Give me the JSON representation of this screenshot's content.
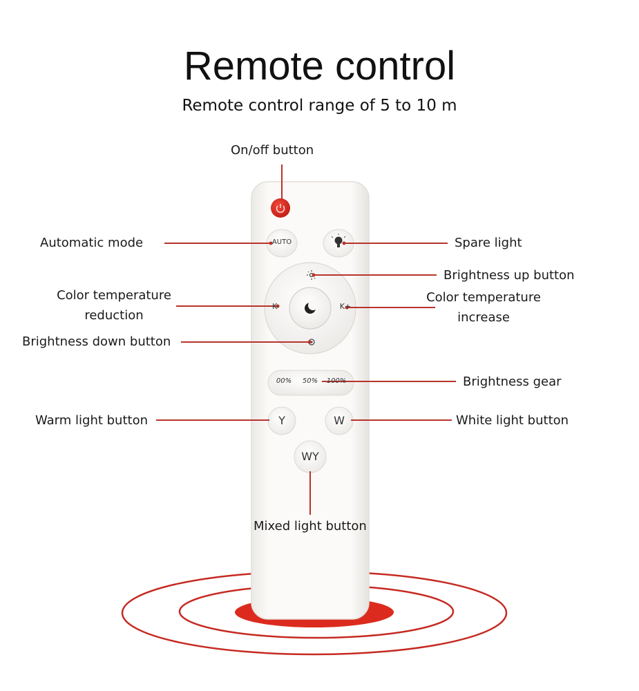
{
  "header": {
    "title": "Remote control",
    "subtitle": "Remote control range of 5 to 10 m"
  },
  "labels": {
    "on_off": "On/off button",
    "automatic_mode": "Automatic mode",
    "spare_light": "Spare light",
    "brightness_up": "Brightness up button",
    "color_temp_reduction_line1": "Color temperature",
    "color_temp_reduction_line2": "reduction",
    "color_temp_increase_line1": "Color temperature",
    "color_temp_increase_line2": "increase",
    "brightness_down": "Brightness down button",
    "brightness_gear": "Brightness gear",
    "warm_light": "Warm light button",
    "white_light": "White light button",
    "mixed_light": "Mixed light button"
  },
  "buttons": {
    "auto": "AUTO",
    "gear_low": "00%",
    "gear_mid": "50%",
    "gear_high": "100%",
    "y": "Y",
    "w": "W",
    "wy": "WY",
    "k_minus": "K-",
    "k_plus": "K+"
  },
  "colors": {
    "accent_red": "#c62a22",
    "power_red": "#d9261c",
    "callout_line": "#b8332b",
    "remote_body": "#f7f6f4"
  }
}
